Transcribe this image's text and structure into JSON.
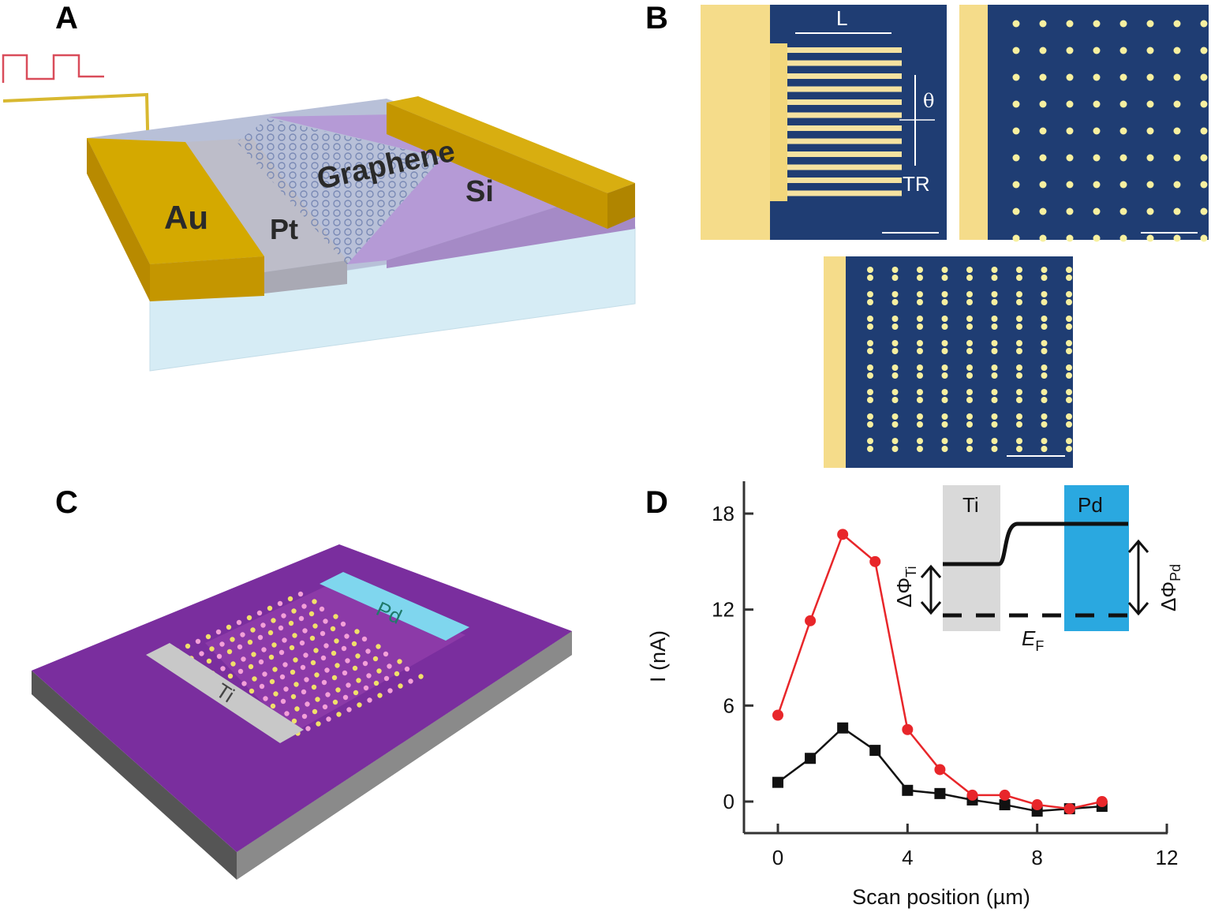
{
  "panels": {
    "a": {
      "label": "A",
      "materials": {
        "au": "Au",
        "pt": "Pt",
        "graphene": "Graphene",
        "si": "Si"
      }
    },
    "b": {
      "label": "B",
      "annotations": {
        "length": "L",
        "angle": "θ",
        "tr": "TR"
      }
    },
    "c": {
      "label": "C",
      "contacts": {
        "pd": "Pd",
        "ti": "Ti"
      }
    },
    "d": {
      "label": "D",
      "inset": {
        "ti": "Ti",
        "pd": "Pd",
        "delta_phi_ti": "ΔΦ",
        "delta_phi_ti_sub": "Ti",
        "delta_phi_pd": "ΔΦ",
        "delta_phi_pd_sub": "Pd",
        "ef": "E",
        "ef_sub": "F"
      }
    }
  },
  "colors": {
    "gold": "#d4a900",
    "purple": "#7a2e9e",
    "sem_blue": "#1f3d73",
    "pd_cyan": "#2aa8e0",
    "red_series": "#e8262a",
    "black_series": "#111111"
  },
  "chart_data": {
    "type": "line",
    "title": "",
    "xlabel": "Scan position (µm)",
    "ylabel": "I (nA)",
    "xlim": [
      -1.3,
      12
    ],
    "ylim": [
      -1.3,
      20
    ],
    "xticks": [
      0,
      4,
      8,
      12
    ],
    "yticks": [
      0,
      6,
      12,
      18
    ],
    "grid": false,
    "x": [
      0,
      1,
      2,
      3,
      4,
      5,
      6,
      7,
      8,
      9,
      10
    ],
    "series": [
      {
        "name": "red-circles",
        "marker": "circle",
        "color": "#e8262a",
        "values": [
          5.4,
          11.3,
          16.7,
          15.0,
          4.5,
          2.0,
          0.4,
          0.4,
          -0.2,
          -0.45,
          0.0
        ]
      },
      {
        "name": "black-squares",
        "marker": "square",
        "color": "#111111",
        "values": [
          1.2,
          2.7,
          4.6,
          3.2,
          0.7,
          0.5,
          0.1,
          -0.2,
          -0.6,
          -0.45,
          -0.3
        ]
      }
    ]
  }
}
